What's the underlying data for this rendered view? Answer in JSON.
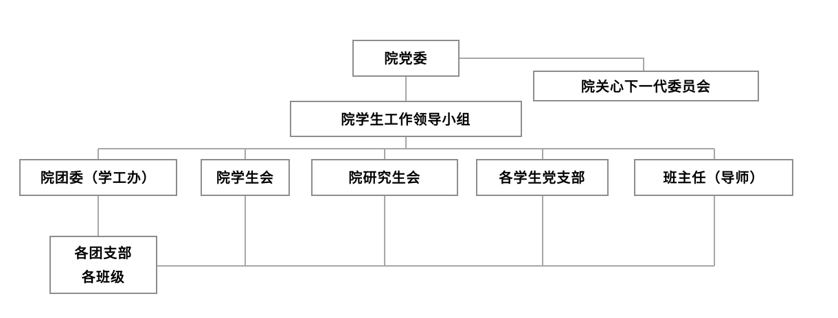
{
  "diagram": {
    "type": "org-chart",
    "background_color": "#ffffff",
    "box_border_color": "#8c8c8c",
    "connector_color": "#a6a6a6",
    "text_color": "#000000",
    "nodes": {
      "party_committee": "院党委",
      "care_next_generation_committee": "院关心下一代委员会",
      "student_work_leading_group": "院学生工作领导小组",
      "youth_league_committee": "院团委（学工办）",
      "student_union": "院学生会",
      "graduate_student_union": "院研究生会",
      "student_party_branches": "各学生党支部",
      "class_advisors": "班主任（导师）",
      "league_branches_line1": "各团支部",
      "league_branches_line2": "各班级"
    },
    "edges": [
      {
        "from": "party_committee",
        "to": "care_next_generation_committee"
      },
      {
        "from": "party_committee",
        "to": "student_work_leading_group"
      },
      {
        "from": "student_work_leading_group",
        "to": "youth_league_committee"
      },
      {
        "from": "student_work_leading_group",
        "to": "student_union"
      },
      {
        "from": "student_work_leading_group",
        "to": "graduate_student_union"
      },
      {
        "from": "student_work_leading_group",
        "to": "student_party_branches"
      },
      {
        "from": "student_work_leading_group",
        "to": "class_advisors"
      },
      {
        "from": "youth_league_committee",
        "to": "league_branches_and_classes"
      },
      {
        "from": "student_union",
        "to": "league_branches_and_classes"
      },
      {
        "from": "graduate_student_union",
        "to": "league_branches_and_classes"
      },
      {
        "from": "student_party_branches",
        "to": "league_branches_and_classes"
      },
      {
        "from": "class_advisors",
        "to": "league_branches_and_classes"
      }
    ]
  }
}
